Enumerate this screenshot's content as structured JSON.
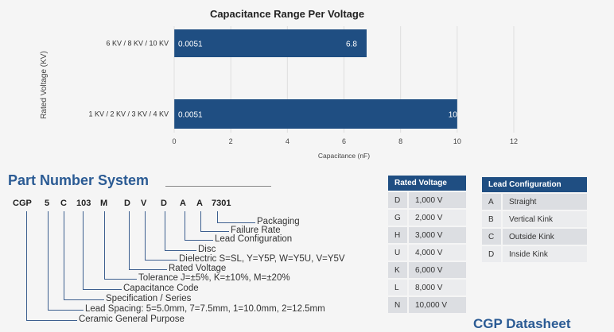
{
  "chart_data": {
    "type": "bar",
    "orientation": "horizontal",
    "title": "Capacitance Range Per Voltage",
    "xlabel": "Capacitance (nF)",
    "ylabel": "Rated Voltage (KV)",
    "categories": [
      "6 KV / 8 KV / 10 KV",
      "1 KV / 2 KV / 3 KV / 4 KV"
    ],
    "ranges": [
      [
        0.0051,
        6.8
      ],
      [
        0.0051,
        10
      ]
    ],
    "range_labels": [
      [
        "0.0051",
        "6.8"
      ],
      [
        "0.0051",
        "10"
      ]
    ],
    "xlim": [
      0,
      12
    ],
    "xticks": [
      0,
      2,
      4,
      6,
      8,
      10,
      12
    ],
    "grid": true,
    "bar_color": "#1f4e82"
  },
  "part_number": {
    "title": "Part Number System",
    "codes": [
      "CGP",
      "5",
      "C",
      "103",
      "M",
      "D",
      "V",
      "D",
      "A",
      "A",
      "7301"
    ],
    "descriptions": [
      "Ceramic General Purpose",
      "Lead Spacing: 5=5.0mm, 7=7.5mm, 1=10.0mm, 2=12.5mm",
      "Specification / Series",
      "Capacitance Code",
      "Tolerance J=±5%, K=±10%, M=±20%",
      "Rated Voltage",
      "Dielectric S=SL, Y=Y5P, W=Y5U, V=Y5V",
      "Disc",
      "Lead Configuration",
      "Failure Rate",
      "Packaging"
    ]
  },
  "rated_voltage_table": {
    "header": "Rated Voltage",
    "rows": [
      [
        "D",
        "1,000 V"
      ],
      [
        "G",
        "2,000 V"
      ],
      [
        "H",
        "3,000 V"
      ],
      [
        "U",
        "4,000 V"
      ],
      [
        "K",
        "6,000 V"
      ],
      [
        "L",
        "8,000 V"
      ],
      [
        "N",
        "10,000 V"
      ]
    ]
  },
  "lead_config_table": {
    "header": "Lead Configuration",
    "rows": [
      [
        "A",
        "Straight"
      ],
      [
        "B",
        "Vertical Kink"
      ],
      [
        "C",
        "Outside Kink"
      ],
      [
        "D",
        "Inside Kink"
      ]
    ]
  },
  "footer_title": "CGP Datasheet"
}
